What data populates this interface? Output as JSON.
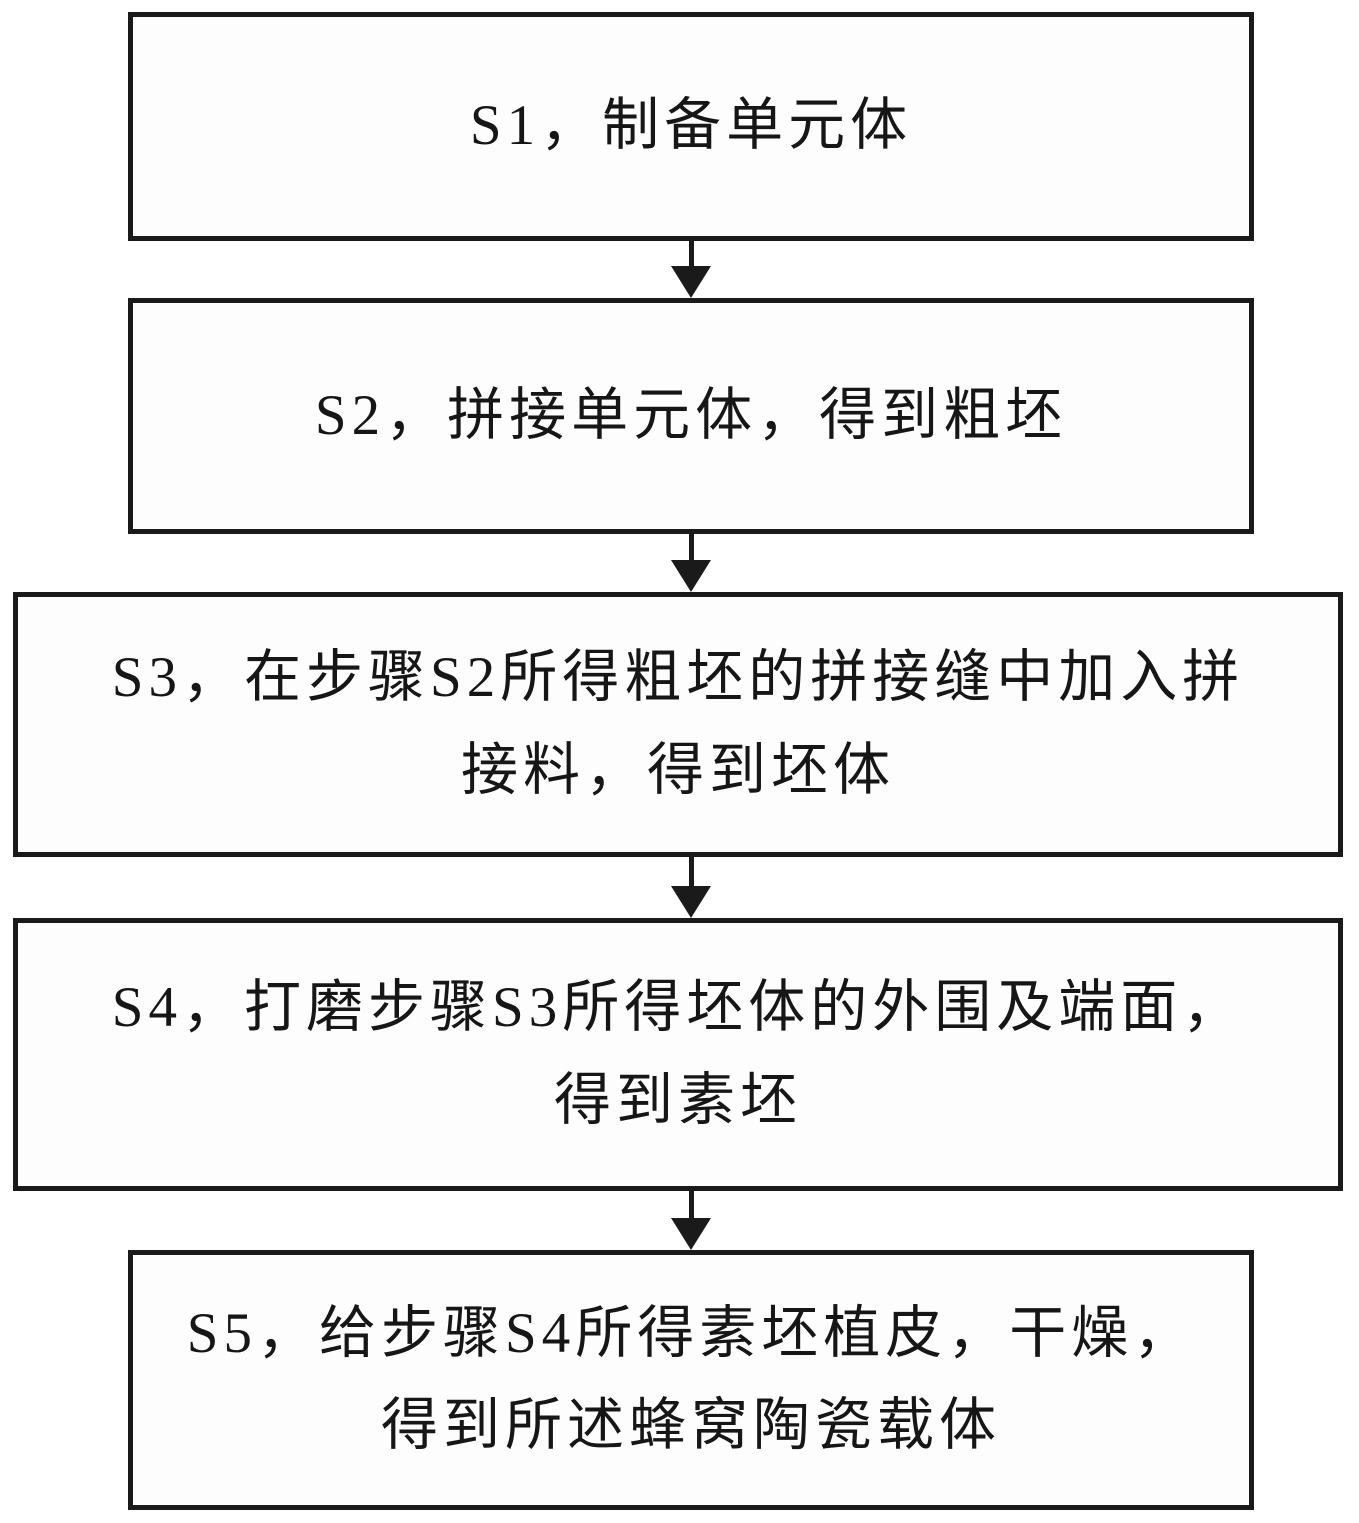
{
  "flowchart": {
    "figure_type": "process-flow-diagram",
    "colors": {
      "border": "#1a1a1a",
      "background": "#ffffff",
      "text": "#161616",
      "arrow": "#1a1a1a"
    },
    "steps": [
      {
        "id": "S1",
        "lines": [
          "S1，制备单元体"
        ]
      },
      {
        "id": "S2",
        "lines": [
          "S2，拼接单元体，得到粗坯"
        ]
      },
      {
        "id": "S3",
        "lines": [
          "S3，在步骤S2所得粗坯的拼接缝中加入拼",
          "接料，得到坯体"
        ]
      },
      {
        "id": "S4",
        "lines": [
          "S4，打磨步骤S3所得坯体的外围及端面，",
          "得到素坯"
        ]
      },
      {
        "id": "S5",
        "lines": [
          "S5，给步骤S4所得素坯植皮，干燥，",
          "得到所述蜂窝陶瓷载体"
        ]
      }
    ],
    "connectors": [
      {
        "from": "S1",
        "to": "S2",
        "direction": "down"
      },
      {
        "from": "S2",
        "to": "S3",
        "direction": "down"
      },
      {
        "from": "S3",
        "to": "S4",
        "direction": "down"
      },
      {
        "from": "S4",
        "to": "S5",
        "direction": "down"
      }
    ]
  }
}
